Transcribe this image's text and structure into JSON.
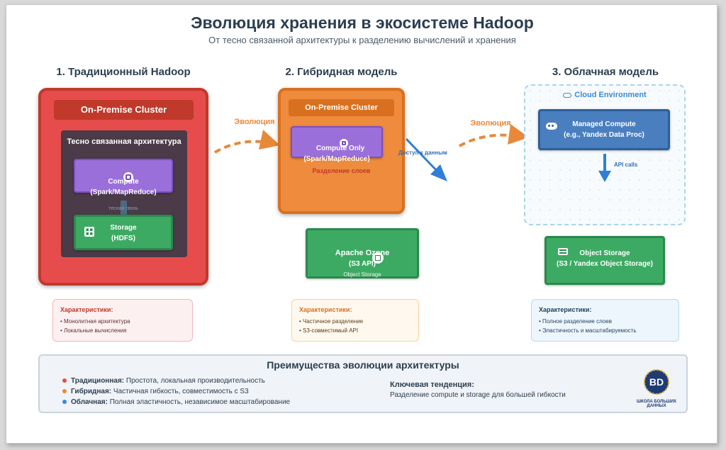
{
  "title": "Эволюция хранения в экосистеме Hadoop",
  "subtitle": "От тесно связанной архитектуры к разделению вычислений и хранения",
  "columns": {
    "traditional": {
      "heading": "1. Традиционный Hadoop",
      "cluster_label": "On-Premise Cluster",
      "tight_label": "Тесно связанная архитектура",
      "compute_line1": "Compute",
      "compute_line2": "(Spark/MapReduce)",
      "connector_label": "тесная связь",
      "storage_line1": "Storage",
      "storage_line2": "(HDFS)",
      "chars_title": "Характеристики:",
      "chars": [
        "Монолитная архитектура",
        "Локальные вычисления"
      ]
    },
    "hybrid": {
      "heading": "2. Гибридная модель",
      "cluster_label": "On-Premise Cluster",
      "compute_line1": "Compute Only",
      "compute_line2": "(Spark/MapReduce)",
      "layer_label": "Разделение слоев",
      "data_access_label": "Доступ к данным",
      "storage_line1": "Apache Ozone",
      "storage_line2": "(S3 API)",
      "storage_sub": "Object Storage",
      "chars_title": "Характеристики:",
      "chars": [
        "Частичное разделение",
        "S3-совместимый API"
      ]
    },
    "cloud": {
      "heading": "3. Облачная модель",
      "env_label": "Cloud Environment",
      "compute_line1": "Managed Compute",
      "compute_line2": "(e.g., Yandex Data Proc)",
      "api_label": "API calls",
      "storage_line1": "Object Storage",
      "storage_line2": "(S3 / Yandex Object Storage)",
      "chars_title": "Характеристики:",
      "chars": [
        "Полное разделение слоев",
        "Эластичность и масштабируемость"
      ]
    }
  },
  "evolution_label_1": "Эволюция",
  "evolution_label_2": "Эволюция",
  "advantages": {
    "title": "Преимущества эволюции архитектуры",
    "items": [
      {
        "bold": "Традиционная:",
        "text": "Простота, локальная производительность",
        "color": "#e74c3c"
      },
      {
        "bold": "Гибридная:",
        "text": "Частичная гибкость, совместимость с S3",
        "color": "#f08a2c"
      },
      {
        "bold": "Облачная:",
        "text": "Полная эластичность, независимое масштабирование",
        "color": "#3a8ad6"
      }
    ],
    "trend_title": "Ключевая тенденция:",
    "trend_text": "Разделение compute и storage для большей гибкости"
  },
  "logo": {
    "letters": "BD",
    "caption": "ШКОЛА БОЛЬШИХ ДАННЫХ"
  },
  "colors": {
    "red": "#e74c4c",
    "orange": "#ef8b3c",
    "green": "#3daa64",
    "purple": "#9b6fd9",
    "blue": "#4a7fbf",
    "arrow_orange": "#e8893a",
    "arrow_blue": "#2f7fd6"
  }
}
